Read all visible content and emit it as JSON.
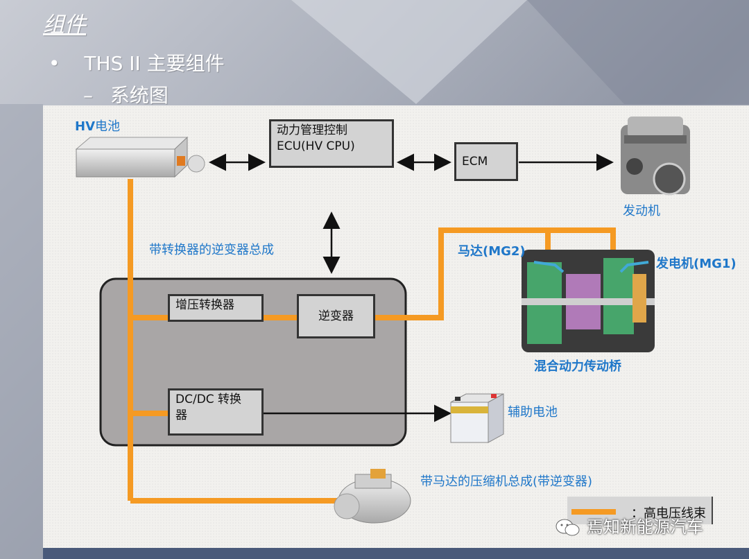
{
  "slide": {
    "title": "组件",
    "bullet": "THS II 主要组件",
    "bullet_marker": "•",
    "sub_bullet": "系统图",
    "sub_marker": "–"
  },
  "labels": {
    "hv_battery": "电池",
    "hv_battery_prefix": "HV",
    "engine": "发动机",
    "inverter_assembly": "带转换器的逆变器总成",
    "mg2": "马达(MG2)",
    "mg1": "发电机(MG1)",
    "transaxle": "混合动力传动桥",
    "aux_battery": "辅助电池",
    "compressor": "带马达的压缩机总成(带逆变器)"
  },
  "boxes": {
    "power_ecu_line1": "动力管理控制",
    "power_ecu_line2": "ECU(HV CPU)",
    "ecm": "ECM",
    "boost_converter": "增压转换器",
    "inverter": "逆变器",
    "dcdc_line1": "DC/DC 转换",
    "dcdc_line2": "器"
  },
  "legend": {
    "text": "：高电压线束"
  },
  "watermark": {
    "text": "焉知新能源汽车"
  },
  "colors": {
    "high_voltage_harness": "#f59a23",
    "label_blue": "#1f77c9",
    "box_fill": "#d3d3d3"
  },
  "icons": [
    "hv-battery-image",
    "engine-image",
    "transaxle-image",
    "aux-battery-image",
    "compressor-image",
    "wechat-icon"
  ]
}
